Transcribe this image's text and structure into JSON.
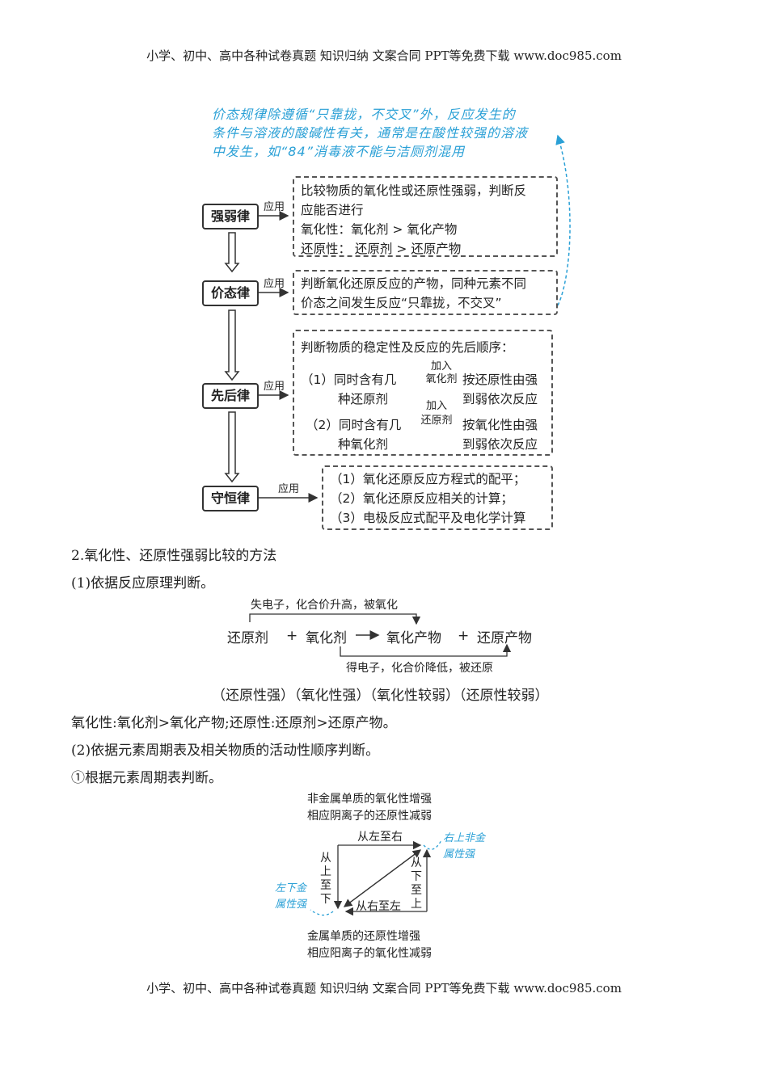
{
  "header": {
    "text": "小学、初中、高中各种试卷真题 知识归纳 文案合同 PPT等免费下载   www.doc985.com"
  },
  "footer": {
    "text": "小学、初中、高中各种试卷真题 知识归纳 文案合同 PPT等免费下载   www.doc985.com"
  },
  "flow": {
    "note": [
      "价态规律除遵循“只靠拢，不交叉”外，反应发生的",
      "条件与溶液的酸碱性有关，通常是在酸性较强的溶液",
      "中发生，如“84”消毒液不能与洁厕剂混用"
    ],
    "apply_label": "应用",
    "laws": [
      "强弱律",
      "价态律",
      "先后律",
      "守恒律"
    ],
    "box1": [
      "比较物质的氧化性或还原性强弱，判断反",
      "应能否进行",
      "氧化性：氧化剂 > 氧化产物",
      "还原性： 还原剂 > 还原产物"
    ],
    "box2": [
      "判断氧化还原反应的产物，同种元素不同",
      "价态之间发生反应“只靠拢，不交叉”"
    ],
    "box3": {
      "title": "判断物质的稳定性及反应的先后顺序：",
      "row1_left": [
        "（1）同时含有几",
        "种还原剂"
      ],
      "row1_arrow_top": "加入",
      "row1_arrow_mid": "氧化剂",
      "row1_right": [
        "按还原性由强",
        "到弱依次反应"
      ],
      "row2_left": [
        "（2）同时含有几",
        "种氧化剂"
      ],
      "row2_arrow_top": "加入",
      "row2_arrow_mid": "还原剂",
      "row2_right": [
        "按氧化性由强",
        "到弱依次反应"
      ]
    },
    "box4": [
      "（1）氧化还原反应方程式的配平；",
      "（2）氧化还原反应相关的计算；",
      "（3）电极反应式配平及电化学计算"
    ]
  },
  "section2": {
    "heading": "2.氧化性、还原性强弱比较的方法",
    "sub1": "(1)依据反应原理判断。",
    "equation": {
      "top_label": "失电子，化合价升高，被氧化",
      "terms": [
        "还原剂",
        "+",
        "氧化剂",
        "氧化产物",
        "+",
        "还原产物"
      ],
      "bottom_label": "得电子，化合价降低，被还原",
      "strengths": "（还原性强）（氧化性强）（氧化性较弱）（还原性较弱）"
    },
    "conclusion": "氧化性:氧化剂>氧化产物;还原性:还原剂>还原产物。",
    "sub2": "(2)依据元素周期表及相关物质的活动性顺序判断。",
    "sub2_1": "①根据元素周期表判断。",
    "periodic": {
      "top_line1": "非金属单质的氧化性增强",
      "top_line2": "相应阴离子的还原性减弱",
      "left_to_right": "从左至右",
      "right_to_left": "从右至左",
      "top_to_bottom": [
        "从",
        "上",
        "至",
        "下"
      ],
      "bottom_to_top": [
        "从",
        "下",
        "至",
        "上"
      ],
      "right_note": [
        "右上非金",
        "属性强"
      ],
      "left_note": [
        "左下金",
        "属性强"
      ],
      "bottom_line1": "金属单质的还原性增强",
      "bottom_line2": "相应阳离子的氧化性减弱"
    }
  }
}
